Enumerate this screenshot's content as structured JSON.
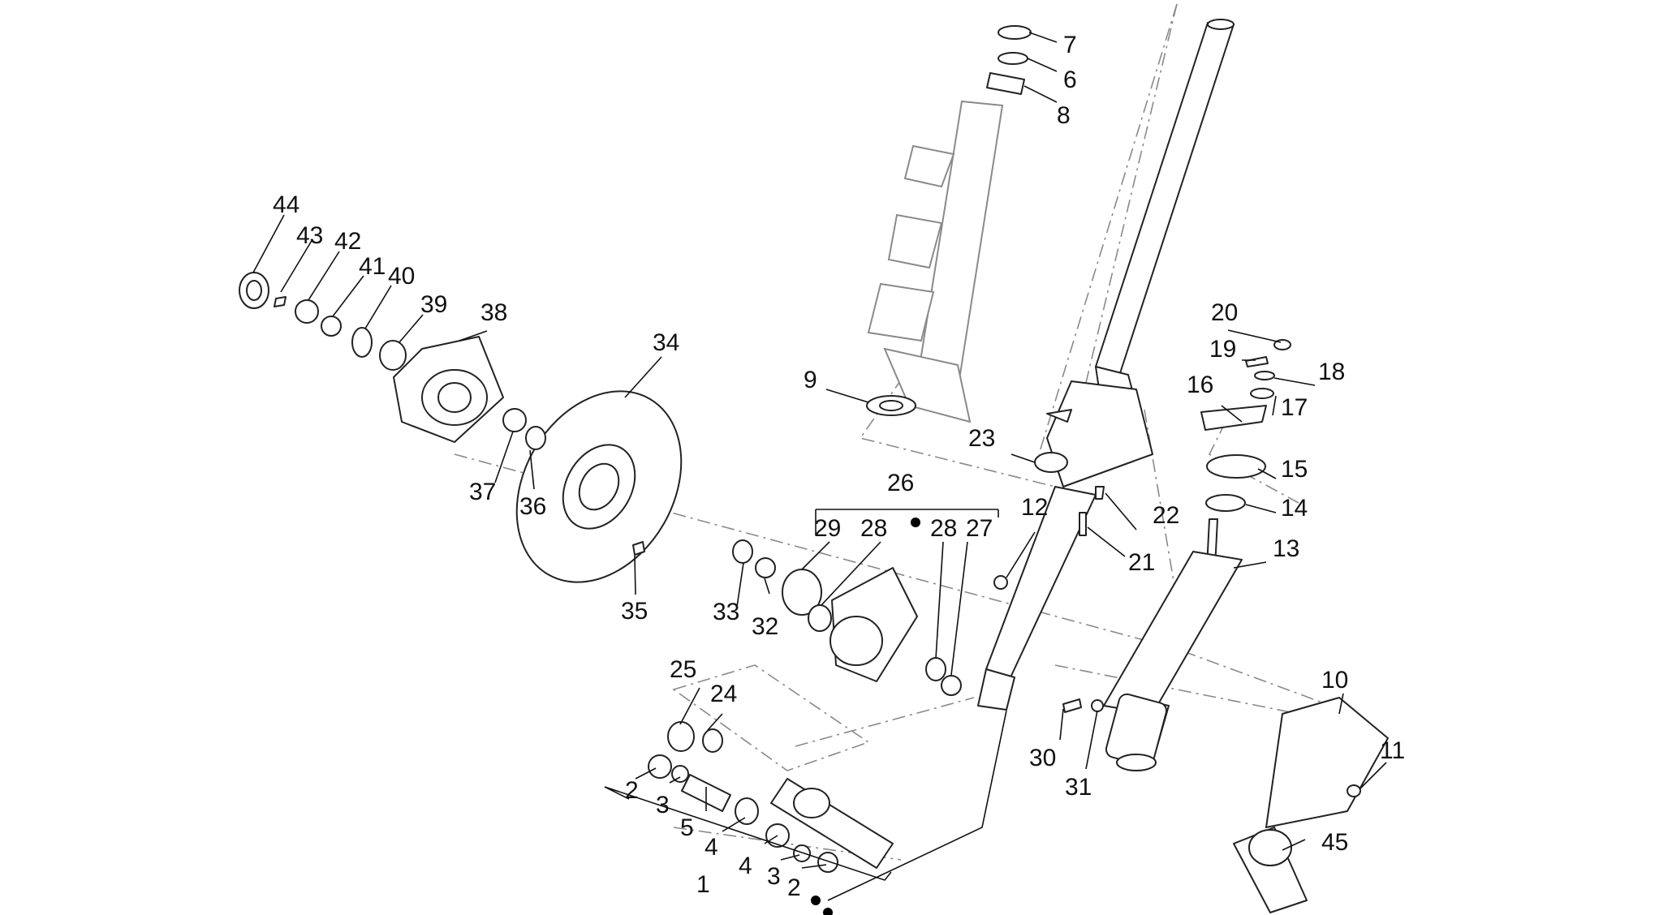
{
  "diagram": {
    "callouts": {
      "n1": "1",
      "n2a": "2",
      "n2b": "2",
      "n3a": "3",
      "n3b": "3",
      "n4a": "4",
      "n4b": "4",
      "n5": "5",
      "n6": "6",
      "n7": "7",
      "n8": "8",
      "n9": "9",
      "n10": "10",
      "n11": "11",
      "n12": "12",
      "n13": "13",
      "n14": "14",
      "n15": "15",
      "n16": "16",
      "n17": "17",
      "n18": "18",
      "n19": "19",
      "n20": "20",
      "n21": "21",
      "n22": "22",
      "n23": "23",
      "n24": "24",
      "n25": "25",
      "n26": "26",
      "n27": "27",
      "n28a": "28",
      "n28b": "28",
      "n29": "29",
      "n30": "30",
      "n31": "31",
      "n32": "32",
      "n33": "33",
      "n34": "34",
      "n35": "35",
      "n36": "36",
      "n37": "37",
      "n38": "38",
      "n39": "39",
      "n40": "40",
      "n41": "41",
      "n42": "42",
      "n43": "43",
      "n44": "44",
      "n45": "45"
    },
    "colors": {
      "line": "#222222",
      "dash": "#8a8a8a",
      "background": "#ffffff"
    }
  }
}
